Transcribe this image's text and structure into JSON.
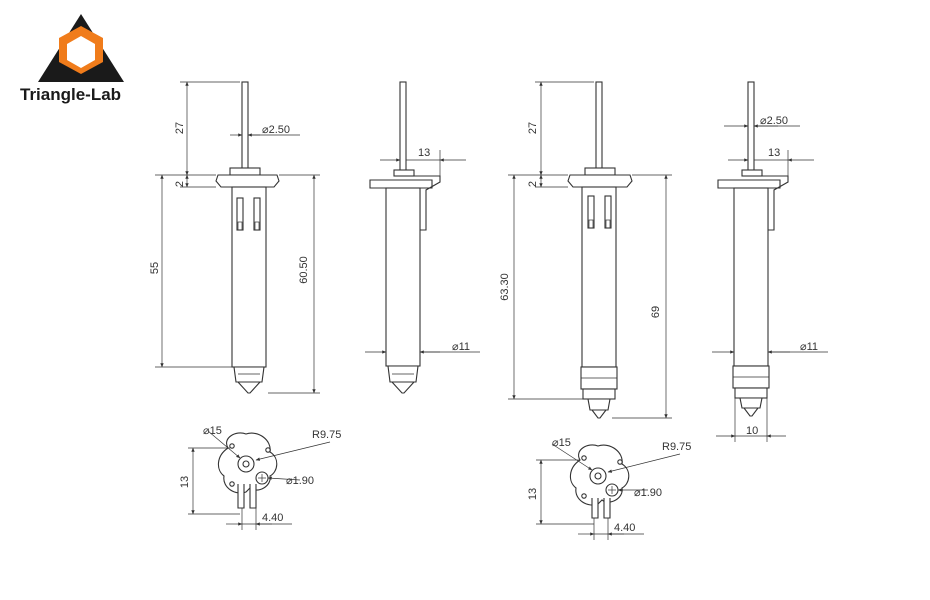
{
  "brand": {
    "name": "Triangle-Lab",
    "logo_colors": {
      "orange": "#f07c1b",
      "black": "#1a1a1a"
    }
  },
  "views": {
    "v1": {
      "d_top": "27",
      "d_flange": "2",
      "d_rod": "⌀2.50",
      "d_body": "55",
      "d_total": "60.50"
    },
    "v2": {
      "d_lever": "13",
      "d_body_dia": "⌀11"
    },
    "v3": {
      "d_top": "27",
      "d_flange": "2",
      "d_body": "63.30",
      "d_total": "69"
    },
    "v4": {
      "d_rod": "⌀2.50",
      "d_lever": "13",
      "d_body_dia": "⌀11",
      "d_nozzle": "10"
    },
    "b1": {
      "d_bore": "⌀15",
      "d_radius": "R9.75",
      "d_pin": "⌀1.90",
      "d_height": "13",
      "d_offset": "4.40"
    },
    "b2": {
      "d_bore": "⌀15",
      "d_radius": "R9.75",
      "d_pin": "⌀1.90",
      "d_height": "13",
      "d_offset": "4.40"
    }
  }
}
